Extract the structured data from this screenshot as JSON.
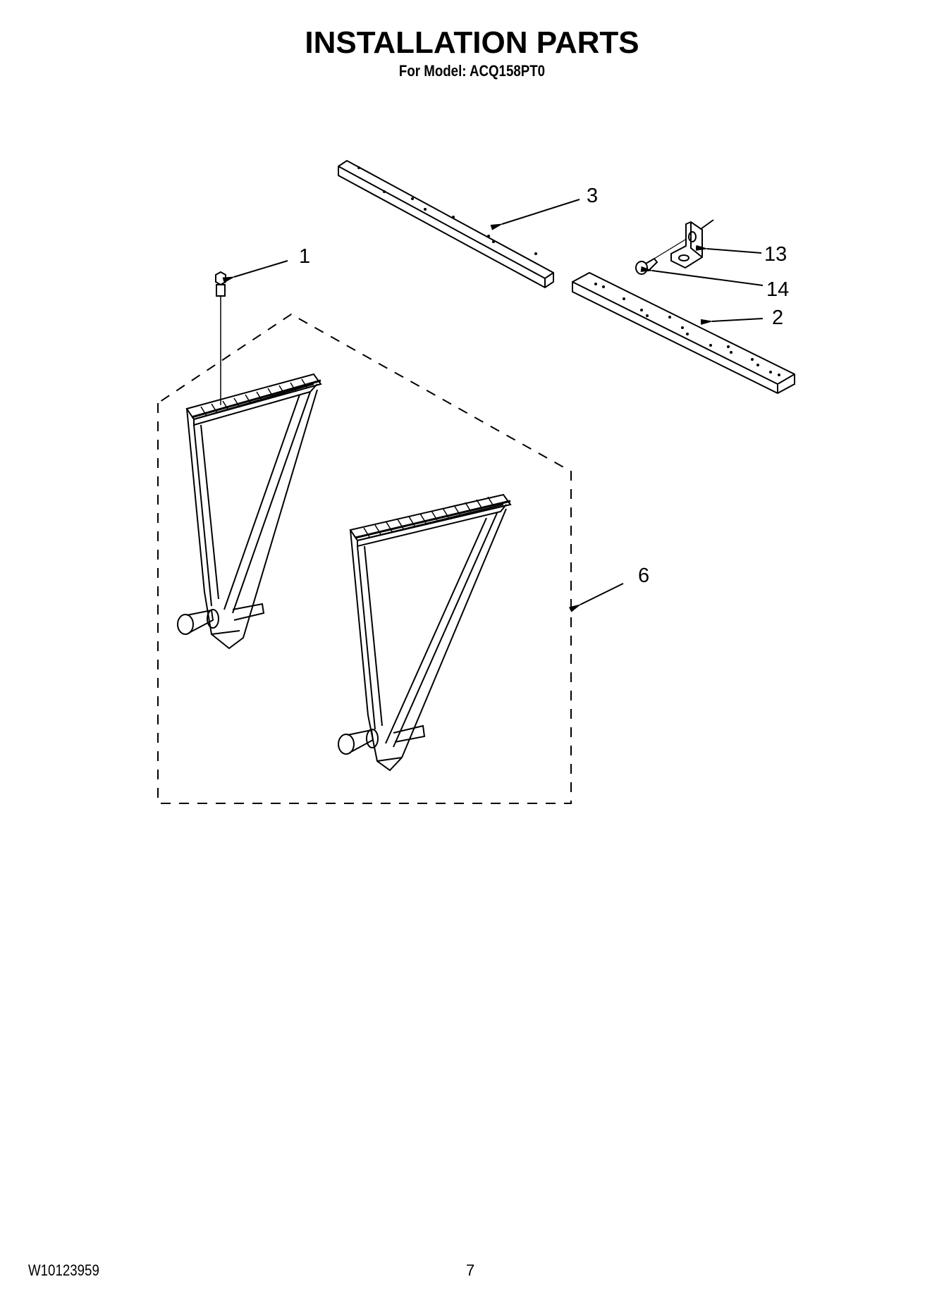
{
  "header": {
    "title": "INSTALLATION PARTS",
    "subtitle": "For Model: ACQ158PT0"
  },
  "callouts": [
    {
      "id": "1",
      "label": "1",
      "part": "screw"
    },
    {
      "id": "2",
      "label": "2",
      "part": "lower rail"
    },
    {
      "id": "3",
      "label": "3",
      "part": "upper rail"
    },
    {
      "id": "6",
      "label": "6",
      "part": "support bracket kit"
    },
    {
      "id": "13",
      "label": "13",
      "part": "angle bracket"
    },
    {
      "id": "14",
      "label": "14",
      "part": "screw"
    }
  ],
  "footer": {
    "doc_number": "W10123959",
    "page_number": "7"
  }
}
